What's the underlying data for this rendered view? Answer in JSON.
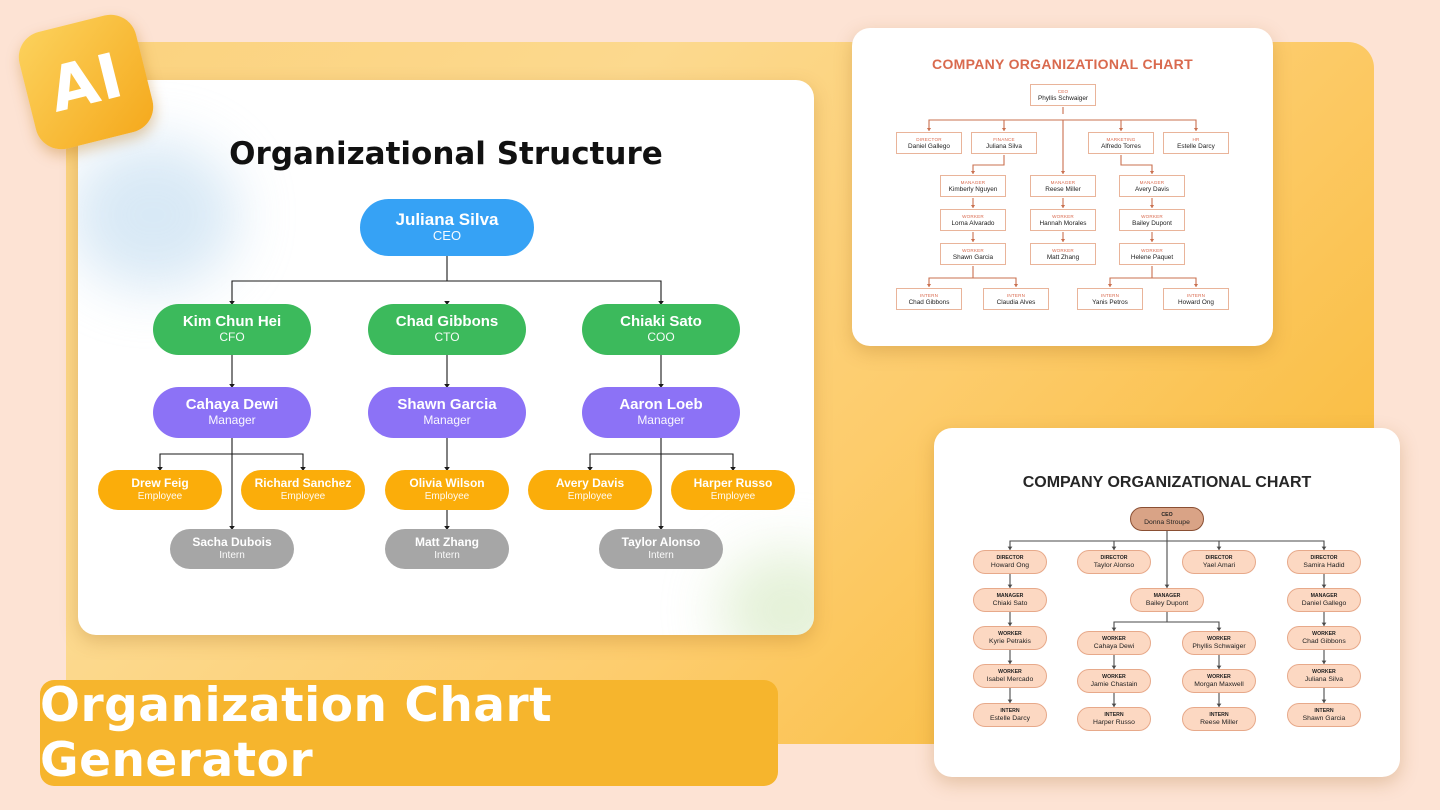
{
  "banner": {
    "ai_label": "AI",
    "title": "Organization Chart Generator"
  },
  "main_chart": {
    "title": "Organizational Structure",
    "colors": {
      "ceo": "#36a2f5",
      "exec": "#3cba5c",
      "manager": "#8c72f6",
      "employee": "#fbad0a",
      "intern": "#a6a6a6",
      "line": "#1a1a1a"
    },
    "ceo": {
      "name": "Juliana Silva",
      "role": "CEO"
    },
    "execs": [
      {
        "name": "Kim Chun Hei",
        "role": "CFO"
      },
      {
        "name": "Chad Gibbons",
        "role": "CTO"
      },
      {
        "name": "Chiaki Sato",
        "role": "COO"
      }
    ],
    "managers": [
      {
        "name": "Cahaya Dewi",
        "role": "Manager"
      },
      {
        "name": "Shawn Garcia",
        "role": "Manager"
      },
      {
        "name": "Aaron Loeb",
        "role": "Manager"
      }
    ],
    "employees": [
      {
        "name": "Drew Feig",
        "role": "Employee"
      },
      {
        "name": "Richard Sanchez",
        "role": "Employee"
      },
      {
        "name": "Olivia Wilson",
        "role": "Employee"
      },
      {
        "name": "Avery Davis",
        "role": "Employee"
      },
      {
        "name": "Harper Russo",
        "role": "Employee"
      }
    ],
    "interns": [
      {
        "name": "Sacha Dubois",
        "role": "Intern"
      },
      {
        "name": "Matt Zhang",
        "role": "Intern"
      },
      {
        "name": "Taylor Alonso",
        "role": "Intern"
      }
    ]
  },
  "chart_top_right": {
    "title": "COMPANY ORGANIZATIONAL CHART",
    "colors": {
      "title": "#d96a4e",
      "role": "#d96a4e",
      "border": "#e9b49a",
      "line": "#c9704f"
    },
    "nodes": [
      {
        "role": "CEO",
        "name": "Phyllis Schwaiger"
      },
      {
        "role": "DIRECTOR",
        "name": "Daniel Gallego"
      },
      {
        "role": "FINANCE",
        "name": "Juliana Silva"
      },
      {
        "role": "MARKETING",
        "name": "Alfredo Torres"
      },
      {
        "role": "HR",
        "name": "Estelle Darcy"
      },
      {
        "role": "MANAGER",
        "name": "Kimberly Nguyen"
      },
      {
        "role": "MANAGER",
        "name": "Reese Miller"
      },
      {
        "role": "MANAGER",
        "name": "Avery Davis"
      },
      {
        "role": "WORKER",
        "name": "Lorna Alvarado"
      },
      {
        "role": "WORKER",
        "name": "Hannah Morales"
      },
      {
        "role": "WORKER",
        "name": "Bailey Dupont"
      },
      {
        "role": "WORKER",
        "name": "Shawn Garcia"
      },
      {
        "role": "WORKER",
        "name": "Matt Zhang"
      },
      {
        "role": "WORKER",
        "name": "Helene Paquet"
      },
      {
        "role": "INTERN",
        "name": "Chad Gibbons"
      },
      {
        "role": "INTERN",
        "name": "Claudia Alves"
      },
      {
        "role": "INTERN",
        "name": "Yanis Petros"
      },
      {
        "role": "INTERN",
        "name": "Howard Ong"
      }
    ]
  },
  "chart_bottom_right": {
    "title": "COMPANY ORGANIZATIONAL CHART",
    "colors": {
      "title": "#262626",
      "ceo_fill": "#d9a386",
      "ceo_border": "#8a4f33",
      "fill": "#fcd8c2",
      "border": "#e7a98a",
      "line": "#4a4a4a"
    },
    "nodes": [
      {
        "role": "CEO",
        "name": "Donna Stroupe"
      },
      {
        "role": "DIRECTOR",
        "name": "Howard Ong"
      },
      {
        "role": "DIRECTOR",
        "name": "Taylor Alonso"
      },
      {
        "role": "DIRECTOR",
        "name": "Yael Amari"
      },
      {
        "role": "DIRECTOR",
        "name": "Samira Hadid"
      },
      {
        "role": "MANAGER",
        "name": "Chiaki Sato"
      },
      {
        "role": "MANAGER",
        "name": "Bailey Dupont"
      },
      {
        "role": "MANAGER",
        "name": "Daniel Gallego"
      },
      {
        "role": "WORKER",
        "name": "Kyrie Petrakis"
      },
      {
        "role": "WORKER",
        "name": "Cahaya Dewi"
      },
      {
        "role": "WORKER",
        "name": "Phyllis Schwaiger"
      },
      {
        "role": "WORKER",
        "name": "Chad Gibbons"
      },
      {
        "role": "WORKER",
        "name": "Isabel Mercado"
      },
      {
        "role": "WORKER",
        "name": "Jamie Chastain"
      },
      {
        "role": "WORKER",
        "name": "Morgan Maxwell"
      },
      {
        "role": "WORKER",
        "name": "Juliana Silva"
      },
      {
        "role": "INTERN",
        "name": "Estelle Darcy"
      },
      {
        "role": "INTERN",
        "name": "Harper Russo"
      },
      {
        "role": "INTERN",
        "name": "Reese Miller"
      },
      {
        "role": "INTERN",
        "name": "Shawn Garcia"
      }
    ]
  }
}
